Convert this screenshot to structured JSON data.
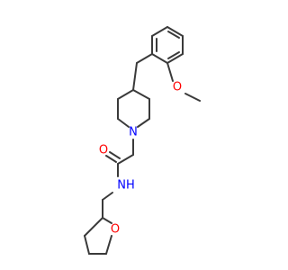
{
  "structure": {
    "bond_color": "#3a3a3a",
    "label_bg": "#ffffff",
    "atoms": {
      "methoxy_o": {
        "symbol": "O",
        "color": "#ff0000"
      },
      "piperidine_n": {
        "symbol": "N",
        "color": "#0000ff"
      },
      "carbonyl_o": {
        "symbol": "O",
        "color": "#ff0000"
      },
      "amide_nh": {
        "symbol": "NH",
        "color": "#0000ff"
      },
      "oxolane_o": {
        "symbol": "O",
        "color": "#ff0000"
      }
    }
  }
}
